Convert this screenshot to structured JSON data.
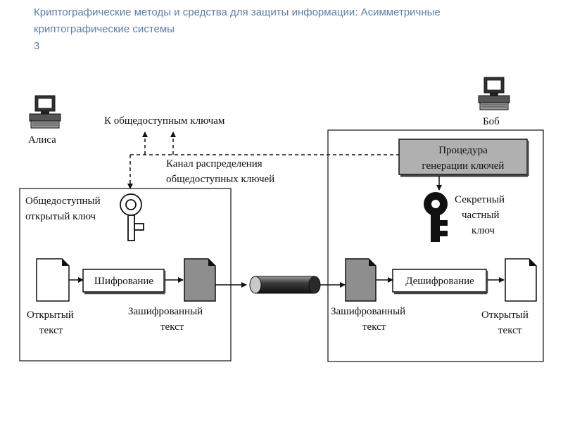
{
  "header": {
    "title_line1": "Криптографические методы и средства для защиты информации: Асимметричные",
    "title_line2": "криптографические системы",
    "page_number": "3"
  },
  "diagram": {
    "alice_label": "Алиса",
    "bob_label": "Боб",
    "to_public_keys_label": "К общедоступным ключам",
    "channel_label_line1": "Канал распределения",
    "channel_label_line2": "общедоступных ключей",
    "keygen_line1": "Процедура",
    "keygen_line2": "генерации ключей",
    "public_key_line1": "Общедоступный",
    "public_key_line2": "открытый ключ",
    "secret_key_line1": "Секретный",
    "secret_key_line2": "частный",
    "secret_key_line3": "ключ",
    "encrypt_label": "Шифрование",
    "decrypt_label": "Дешифрование",
    "plaintext_line1": "Открытый",
    "plaintext_line2": "текст",
    "ciphertext_line1": "Зашифрованный",
    "ciphertext_line2": "текст"
  },
  "colors": {
    "header_text": "#5b7fa8",
    "keygen_fill": "#b0b0b0",
    "cipher_doc_fill": "#8e8e8e"
  },
  "icons": [
    "computer-icon",
    "key-icon",
    "document-icon",
    "pipe-icon"
  ]
}
